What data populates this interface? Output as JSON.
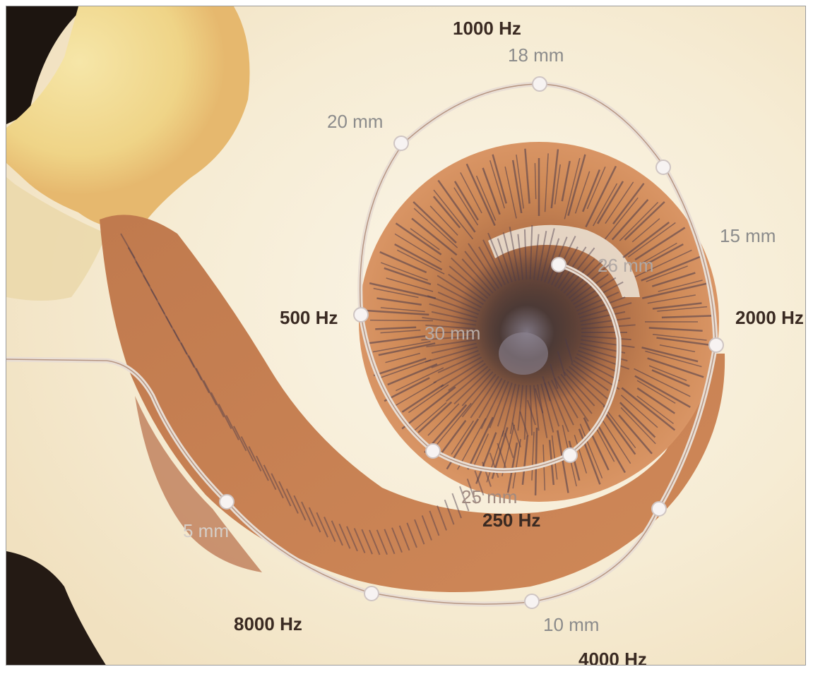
{
  "labels": {
    "f1000": "1000 Hz",
    "m18": "18 mm",
    "m20": "20 mm",
    "m15": "15 mm",
    "m26": "26 mm",
    "f500": "500 Hz",
    "f2000": "2000 Hz",
    "m30": "30 mm",
    "m25": "25 mm",
    "f250": "250 Hz",
    "m5": "5 mm",
    "f8000": "8000 Hz",
    "m10": "10 mm",
    "f4000": "4000 Hz"
  },
  "colors": {
    "cochlea": "#c9804e",
    "fibers": "#4a3a4a",
    "electrode": "#f4ece4",
    "bone": "#f2dc9a",
    "background": "#f8f1e1"
  }
}
